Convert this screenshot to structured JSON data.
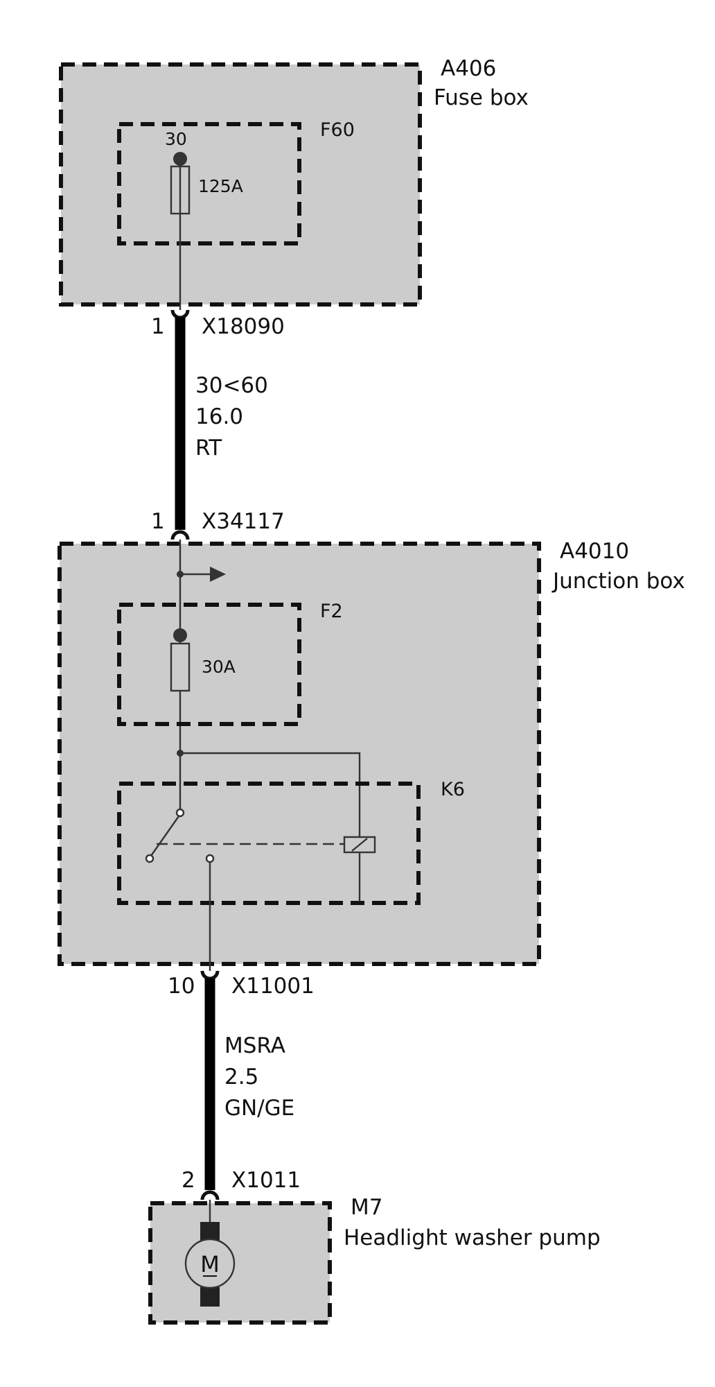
{
  "colors": {
    "module_fill": "#cccccc",
    "line": "#111111",
    "background": "#ffffff"
  },
  "fuse_box": {
    "id": "A406",
    "name": "Fuse box",
    "fuse": {
      "id": "F60",
      "terminal": "30",
      "rating": "125A"
    },
    "connector": {
      "pin": "1",
      "id": "X18090"
    }
  },
  "wire_1": {
    "circuit": "30<60",
    "cross_section": "16.0",
    "color": "RT"
  },
  "junction_box": {
    "id": "A4010",
    "name": "Junction box",
    "connector_in": {
      "pin": "1",
      "id": "X34117"
    },
    "fuse": {
      "id": "F2",
      "rating": "30A"
    },
    "relay": {
      "id": "K6"
    },
    "connector_out": {
      "pin": "10",
      "id": "X11001"
    }
  },
  "wire_2": {
    "circuit": "MSRA",
    "cross_section": "2.5",
    "color": "GN/GE"
  },
  "pump": {
    "id": "M7",
    "name": "Headlight washer pump",
    "connector": {
      "pin": "2",
      "id": "X1011"
    },
    "symbol": "M"
  }
}
